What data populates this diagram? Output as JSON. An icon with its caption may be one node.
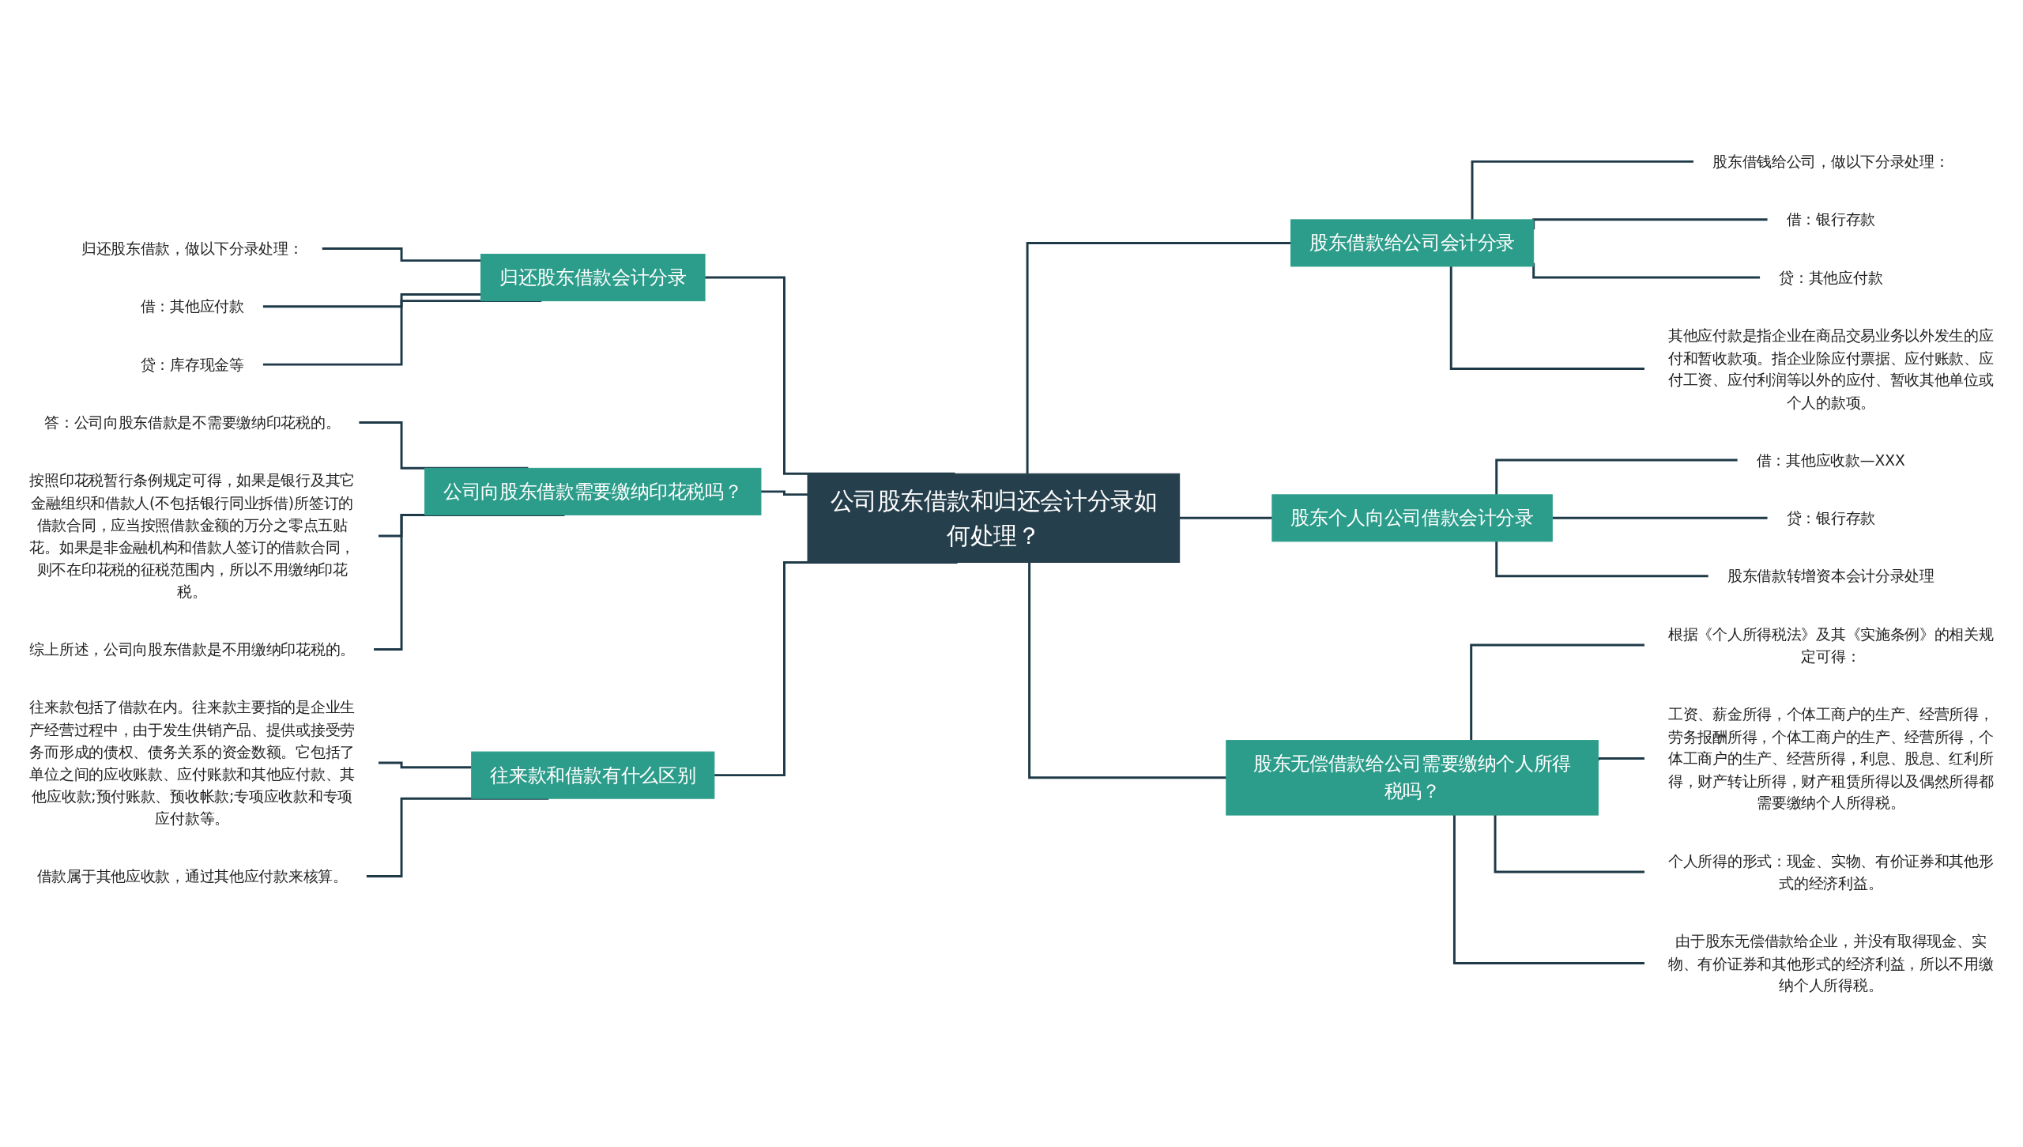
{
  "diagram": {
    "nodes": [
      {
        "text": [
          "公司股东借款和归还会计分录如何处理？"
        ]
      },
      {
        "text": [
          "归还股东借款会计分录"
        ]
      },
      {
        "text": [
          "归还股东借款，做以下分录处理："
        ]
      },
      {
        "text": [
          "借：其他应付款"
        ]
      },
      {
        "text": [
          "贷：库存现金等"
        ]
      },
      {
        "text": [
          "公司向股东借款需要缴纳印花税吗？"
        ]
      },
      {
        "text": [
          "答：公司向股东借款是不需要缴纳印花税的。"
        ]
      },
      {
        "text": [
          "按照印花税暂行条例规定可得，如果是银行及其它金融组织和借款人(不包括银行同业拆借)所签订的借款合同，应当按照借款金额的万分之零点五贴花。如果是非金融机构和借款人签订的借款合同，则不在印花税的征税范围内，所以不用缴纳印花税。"
        ]
      },
      {
        "text": [
          "综上所述，公司向股东借款是不用缴纳印花税的。"
        ]
      },
      {
        "text": [
          "往来款和借款有什么区别"
        ]
      },
      {
        "text": [
          "往来款包括了借款在内。往来款主要指的是企业生产经营过程中，由于发生供销产品、提供或接受劳务而形成的债权、债务关系的资金数额。它包括了单位之间的应收账款、应付账款和其他应付款、其他应收款;预付账款、预收帐款;专项应收款和专项应付款等。"
        ]
      },
      {
        "text": [
          "借款属于其他应收款，通过其他应付款来核算。"
        ]
      },
      {
        "text": [
          "股东借款给公司会计分录"
        ]
      },
      {
        "text": [
          "股东借钱给公司，做以下分录处理："
        ]
      },
      {
        "text": [
          "借：银行存款"
        ]
      },
      {
        "text": [
          "贷：其他应付款"
        ]
      },
      {
        "text": [
          "其他应付款是指企业在商品交易业务以外发生的应付和暂收款项。指企业除应付票据、应付账款、应付工资、应付利润等以外的应付、暂收其他单位或个人的款项。"
        ]
      },
      {
        "text": [
          "股东个人向公司借款会计分录"
        ]
      },
      {
        "text": [
          "借：其他应收款—XXX"
        ]
      },
      {
        "text": [
          "贷：银行存款"
        ]
      },
      {
        "text": [
          "股东借款转增资本会计分录处理"
        ]
      },
      {
        "text": [
          "股东无偿借款给公司需要缴纳个人所得税吗？"
        ]
      },
      {
        "text": [
          "根据《个人所得税法》及其《实施条例》的相关规定可得："
        ]
      },
      {
        "text": [
          "工资、薪金所得，个体工商户的生产、经营所得，劳务报酬所得，个体工商户的生产、经营所得，个体工商户的生产、经营所得，利息、股息、红利所得，财产转让所得，财产租赁所得以及偶然所得都需要缴纳个人所得税。"
        ]
      },
      {
        "text": [
          "个人所得的形式：现金、实物、有价证券和其他形式的经济利益。"
        ]
      },
      {
        "text": [
          "由于股东无偿借款给企业，并没有取得现金、实物、有价证券和其他形式的经济利益，所以不用缴纳个人所得税。"
        ]
      }
    ],
    "edges": [
      {
        "from": 0,
        "to": 1,
        "arrow": "none"
      },
      {
        "from": 1,
        "to": 2,
        "arrow": "none"
      },
      {
        "from": 1,
        "to": 3,
        "arrow": "none"
      },
      {
        "from": 1,
        "to": 4,
        "arrow": "none"
      },
      {
        "from": 0,
        "to": 5,
        "arrow": "none"
      },
      {
        "from": 5,
        "to": 6,
        "arrow": "none"
      },
      {
        "from": 5,
        "to": 7,
        "arrow": "none"
      },
      {
        "from": 5,
        "to": 8,
        "arrow": "none"
      },
      {
        "from": 0,
        "to": 9,
        "arrow": "none"
      },
      {
        "from": 9,
        "to": 10,
        "arrow": "none"
      },
      {
        "from": 9,
        "to": 11,
        "arrow": "none"
      },
      {
        "from": 0,
        "to": 12,
        "arrow": "none"
      },
      {
        "from": 12,
        "to": 13,
        "arrow": "none"
      },
      {
        "from": 12,
        "to": 14,
        "arrow": "none"
      },
      {
        "from": 12,
        "to": 15,
        "arrow": "none"
      },
      {
        "from": 12,
        "to": 16,
        "arrow": "none"
      },
      {
        "from": 0,
        "to": 17,
        "arrow": "none"
      },
      {
        "from": 17,
        "to": 18,
        "arrow": "none"
      },
      {
        "from": 17,
        "to": 19,
        "arrow": "none"
      },
      {
        "from": 17,
        "to": 20,
        "arrow": "none"
      },
      {
        "from": 0,
        "to": 21,
        "arrow": "none"
      },
      {
        "from": 21,
        "to": 22,
        "arrow": "none"
      },
      {
        "from": 21,
        "to": 23,
        "arrow": "none"
      },
      {
        "from": 21,
        "to": 24,
        "arrow": "none"
      },
      {
        "from": 21,
        "to": 25,
        "arrow": "none"
      }
    ]
  }
}
